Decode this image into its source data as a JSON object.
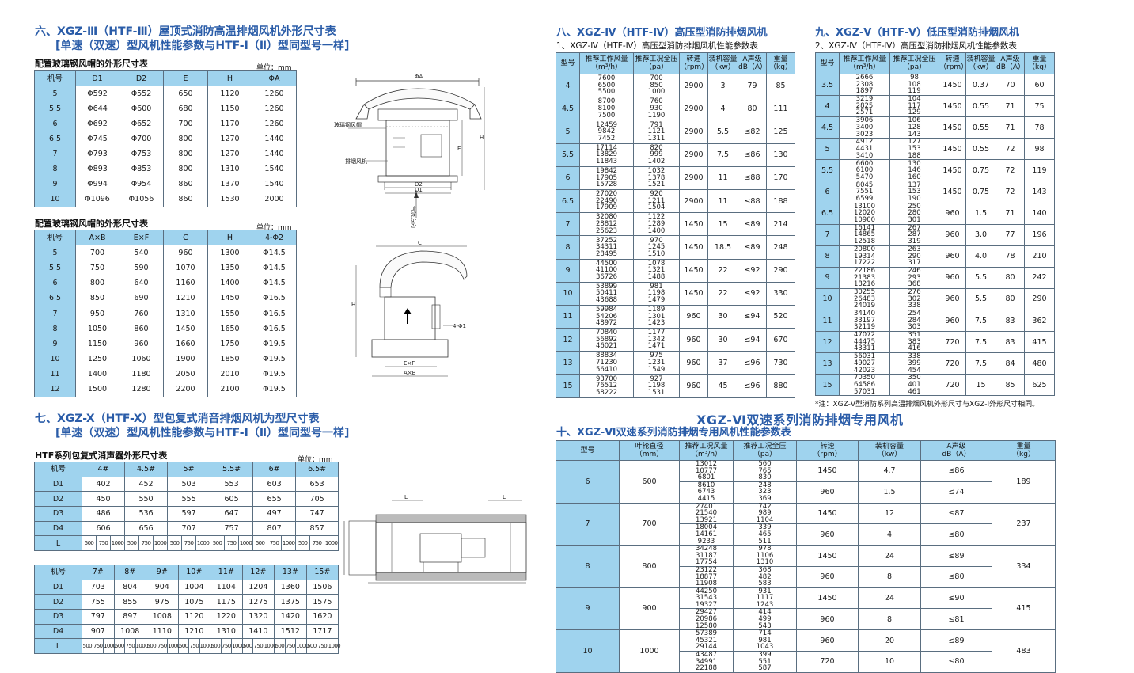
{
  "sec6": {
    "title1": "六、XGZ-Ⅲ（HTF-Ⅲ）屋顶式消防高温排烟风机外形尺寸表",
    "title2": "[单速（双速）型风机性能参数与HTF-Ⅰ（Ⅱ）型同型号一样]",
    "sub1": "配置玻璃钢风帽的外形尺寸表",
    "unit1": "单位：mm",
    "t1_headers": [
      "机号",
      "D1",
      "D2",
      "E",
      "H",
      "ΦA"
    ],
    "t1_rows": [
      [
        "5",
        "Φ592",
        "Φ552",
        "650",
        "1120",
        "1260"
      ],
      [
        "5.5",
        "Φ644",
        "Φ600",
        "680",
        "1150",
        "1260"
      ],
      [
        "6",
        "Φ692",
        "Φ652",
        "700",
        "1170",
        "1260"
      ],
      [
        "6.5",
        "Φ745",
        "Φ700",
        "800",
        "1270",
        "1440"
      ],
      [
        "7",
        "Φ793",
        "Φ753",
        "800",
        "1270",
        "1440"
      ],
      [
        "8",
        "Φ893",
        "Φ853",
        "800",
        "1310",
        "1540"
      ],
      [
        "9",
        "Φ994",
        "Φ954",
        "860",
        "1370",
        "1540"
      ],
      [
        "10",
        "Φ1096",
        "Φ1056",
        "860",
        "1530",
        "2000"
      ]
    ],
    "sub2": "配置玻璃钢风帽的外形尺寸表",
    "unit2": "单位：mm",
    "t2_headers": [
      "机号",
      "A×B",
      "E×F",
      "C",
      "H",
      "4-Φ2"
    ],
    "t2_rows": [
      [
        "5",
        "700",
        "540",
        "960",
        "1300",
        "Φ14.5"
      ],
      [
        "5.5",
        "750",
        "590",
        "1070",
        "1350",
        "Φ14.5"
      ],
      [
        "6",
        "800",
        "640",
        "1160",
        "1400",
        "Φ14.5"
      ],
      [
        "6.5",
        "850",
        "690",
        "1210",
        "1450",
        "Φ16.5"
      ],
      [
        "7",
        "950",
        "760",
        "1310",
        "1550",
        "Φ16.5"
      ],
      [
        "8",
        "1050",
        "860",
        "1450",
        "1650",
        "Φ16.5"
      ],
      [
        "9",
        "1150",
        "960",
        "1660",
        "1750",
        "Φ19.5"
      ],
      [
        "10",
        "1250",
        "1060",
        "1900",
        "1850",
        "Φ19.5"
      ],
      [
        "11",
        "1400",
        "1180",
        "2050",
        "2010",
        "Φ19.5"
      ],
      [
        "12",
        "1500",
        "1280",
        "2200",
        "2100",
        "Φ19.5"
      ]
    ],
    "d1": {
      "phiA": "ΦA",
      "hood": "玻璃钢风帽",
      "fan": "排烟风机",
      "e": "E",
      "h": "H",
      "d2": "D2",
      "d1": "D1",
      "flow": "气流方向"
    },
    "d2": {
      "c": "C",
      "h": "H",
      "hole": "4-Φ1",
      "exf": "E×F",
      "axb": "A×B"
    }
  },
  "sec7": {
    "title1": "七、XGZ-X（HTF-X）型包复式消音排烟风机为型尺寸表",
    "title2": "[单速（双速）型风机性能参数与HTF-Ⅰ（Ⅱ）型同型号一样]",
    "sub": "HTF系列包复式消声器外形尺寸表",
    "unit": "单位：mm",
    "t1_headers": [
      "机号",
      "4#",
      "4.5#",
      "5#",
      "5.5#",
      "6#",
      "6.5#"
    ],
    "t1_rows": [
      [
        "D1",
        "402",
        "452",
        "503",
        "553",
        "603",
        "653"
      ],
      [
        "D2",
        "450",
        "550",
        "555",
        "605",
        "655",
        "705"
      ],
      [
        "D3",
        "486",
        "536",
        "597",
        "647",
        "497",
        "747"
      ],
      [
        "D4",
        "606",
        "656",
        "707",
        "757",
        "807",
        "857"
      ]
    ],
    "t1_L": [
      "500",
      "750",
      "1000",
      "500",
      "750",
      "1000",
      "500",
      "750",
      "1000",
      "500",
      "750",
      "1000",
      "500",
      "750",
      "1000",
      "500",
      "750",
      "1000"
    ],
    "t2_headers": [
      "机号",
      "7#",
      "8#",
      "9#",
      "10#",
      "11#",
      "12#",
      "13#",
      "15#"
    ],
    "t2_rows": [
      [
        "D1",
        "703",
        "804",
        "904",
        "1004",
        "1104",
        "1204",
        "1360",
        "1506"
      ],
      [
        "D2",
        "755",
        "855",
        "975",
        "1075",
        "1175",
        "1275",
        "1375",
        "1575"
      ],
      [
        "D3",
        "797",
        "897",
        "1008",
        "1120",
        "1220",
        "1320",
        "1420",
        "1620"
      ],
      [
        "D4",
        "907",
        "1008",
        "1110",
        "1210",
        "1310",
        "1410",
        "1512",
        "1717"
      ]
    ],
    "t2_L": [
      "500",
      "750",
      "1000",
      "500",
      "750",
      "1000",
      "500",
      "750",
      "1000",
      "500",
      "750",
      "1000",
      "500",
      "750",
      "1000",
      "500",
      "750",
      "1000",
      "500",
      "750",
      "1000",
      "500",
      "750",
      "1000"
    ],
    "d3": {
      "l1": "L",
      "l2": "L"
    }
  },
  "sec8": {
    "title": "八、XGZ-Ⅳ（HTF-Ⅳ）高压型消防排烟风机",
    "sub": "1、XGZ-Ⅳ（HTF-Ⅳ）高压型消防排烟风机性能参数表",
    "headers": [
      "型号",
      "推荐工作风量\n（m³/h）",
      "推荐工况全压\n（pa）",
      "转速\n（rpm）",
      "装机容量\n（kw）",
      "A声级\ndB（A）",
      "重量\n（kg）"
    ],
    "rows": [
      [
        "4",
        "7600\n6500\n5500",
        "700\n850\n1000",
        "2900",
        "3",
        "79",
        "85"
      ],
      [
        "4.5",
        "8700\n8100\n7500",
        "760\n930\n1190",
        "2900",
        "4",
        "80",
        "111"
      ],
      [
        "5",
        "12459\n9842\n7452",
        "791\n1121\n1311",
        "2900",
        "5.5",
        "≤82",
        "125"
      ],
      [
        "5.5",
        "17114\n13829\n11843",
        "820\n999\n1402",
        "2900",
        "7.5",
        "≤86",
        "130"
      ],
      [
        "6",
        "19842\n17905\n15728",
        "1032\n1378\n1521",
        "2900",
        "11",
        "≤88",
        "170"
      ],
      [
        "6.5",
        "27020\n22490\n17909",
        "920\n1211\n1504",
        "2900",
        "11",
        "≤88",
        "188"
      ],
      [
        "7",
        "32080\n28812\n25623",
        "1122\n1289\n1400",
        "1450",
        "15",
        "≤89",
        "214"
      ],
      [
        "8",
        "37252\n34311\n28495",
        "970\n1245\n1510",
        "1450",
        "18.5",
        "≤89",
        "248"
      ],
      [
        "9",
        "44500\n41100\n36726",
        "1078\n1321\n1488",
        "1450",
        "22",
        "≤92",
        "290"
      ],
      [
        "10",
        "53899\n50411\n43688",
        "981\n1198\n1479",
        "1450",
        "22",
        "≤92",
        "330"
      ],
      [
        "11",
        "59984\n54206\n48972",
        "1189\n1301\n1423",
        "960",
        "30",
        "≤94",
        "520"
      ],
      [
        "12",
        "70840\n56892\n46021",
        "1177\n1342\n1471",
        "960",
        "30",
        "≤94",
        "670"
      ],
      [
        "13",
        "88834\n71230\n56410",
        "975\n1231\n1549",
        "960",
        "37",
        "≤96",
        "730"
      ],
      [
        "15",
        "93700\n76512\n58222",
        "927\n1198\n1531",
        "960",
        "45",
        "≤96",
        "880"
      ]
    ]
  },
  "sec9": {
    "title": "九、XGZ-Ⅴ（HTF-Ⅴ）低压型消防排烟风机",
    "sub": "2、XGZ-Ⅳ（HTF-Ⅳ）高压型消防排烟风机性能参数表",
    "headers": [
      "型号",
      "推荐工作风量\n（m³/h）",
      "推荐工况全压\n（pa）",
      "转速\n（rpm）",
      "装机容量\n（kw）",
      "A声级\ndB（A）",
      "重量\n（kg）"
    ],
    "rows": [
      [
        "3.5",
        "2666\n2308\n1897",
        "98\n108\n119",
        "1450",
        "0.37",
        "70",
        "60"
      ],
      [
        "4",
        "3219\n2825\n2571",
        "104\n117\n129",
        "1450",
        "0.55",
        "71",
        "75"
      ],
      [
        "4.5",
        "3906\n3400\n3023",
        "106\n128\n143",
        "1450",
        "0.55",
        "71",
        "78"
      ],
      [
        "5",
        "4912\n4431\n3410",
        "127\n153\n188",
        "1450",
        "0.55",
        "72",
        "98"
      ],
      [
        "5.5",
        "6600\n6100\n5470",
        "130\n146\n160",
        "1450",
        "0.75",
        "72",
        "119"
      ],
      [
        "6",
        "8045\n7551\n6599",
        "137\n153\n190",
        "1450",
        "0.75",
        "72",
        "143"
      ],
      [
        "6.5",
        "13100\n12020\n10900",
        "250\n280\n301",
        "960",
        "1.5",
        "71",
        "140"
      ],
      [
        "7",
        "16141\n14865\n12518",
        "267\n287\n319",
        "960",
        "3.0",
        "77",
        "196"
      ],
      [
        "8",
        "20800\n19314\n17222",
        "263\n290\n317",
        "960",
        "4.0",
        "78",
        "210"
      ],
      [
        "9",
        "22186\n21383\n18216",
        "246\n293\n368",
        "960",
        "5.5",
        "80",
        "242"
      ],
      [
        "10",
        "30255\n26483\n24019",
        "276\n302\n338",
        "960",
        "5.5",
        "80",
        "290"
      ],
      [
        "11",
        "34140\n33197\n32119",
        "254\n284\n303",
        "960",
        "7.5",
        "83",
        "362"
      ],
      [
        "12",
        "47072\n44475\n43311",
        "351\n383\n416",
        "720",
        "7.5",
        "83",
        "415"
      ],
      [
        "13",
        "56031\n49027\n42023",
        "338\n399\n454",
        "720",
        "7.5",
        "84",
        "480"
      ],
      [
        "15",
        "70350\n64586\n57031",
        "350\n401\n461",
        "720",
        "15",
        "85",
        "625"
      ]
    ],
    "note": "*注：XGZ-Ⅴ型消防系列高温排烟风机外形尺寸与XGZ-Ⅰ外形尺寸相同。"
  },
  "sec10": {
    "bigtitle": "XGZ-Ⅵ双速系列消防排烟专用风机",
    "title": "十、XGZ-Ⅵ双速系列消防排烟专用风机性能参数表",
    "headers": [
      "型号",
      "叶轮直径\n（mm）",
      "推荐工况风量\n（m³/h）",
      "推荐工况全压\n（pa）",
      "转速\n（rpm）",
      "装机容量\n（kw）",
      "A声级\ndB（A）",
      "重量\n（kg）"
    ],
    "rows": [
      {
        "model": "6",
        "dia": "600",
        "weight": "189",
        "sub": [
          [
            "13012\n10777\n6801",
            "560\n765\n830",
            "1450",
            "4.7",
            "≤86"
          ],
          [
            "8610\n6743\n4415",
            "248\n323\n369",
            "960",
            "1.5",
            "≤74"
          ]
        ]
      },
      {
        "model": "7",
        "dia": "700",
        "weight": "237",
        "sub": [
          [
            "27401\n21540\n13921",
            "742\n989\n1104",
            "1450",
            "12",
            "≤87"
          ],
          [
            "18004\n14161\n9233",
            "339\n465\n511",
            "960",
            "4",
            "≤80"
          ]
        ]
      },
      {
        "model": "8",
        "dia": "800",
        "weight": "334",
        "sub": [
          [
            "34248\n31187\n17754",
            "978\n1106\n1310",
            "1450",
            "24",
            "≤89"
          ],
          [
            "23122\n18877\n11908",
            "368\n482\n583",
            "960",
            "8",
            "≤80"
          ]
        ]
      },
      {
        "model": "9",
        "dia": "900",
        "weight": "415",
        "sub": [
          [
            "44250\n31543\n19327",
            "931\n1117\n1243",
            "1450",
            "24",
            "≤90"
          ],
          [
            "29427\n20986\n12580",
            "414\n499\n543",
            "960",
            "8",
            "≤81"
          ]
        ]
      },
      {
        "model": "10",
        "dia": "1000",
        "weight": "483",
        "sub": [
          [
            "57389\n45321\n29144",
            "714\n981\n1043",
            "960",
            "20",
            "≤89"
          ],
          [
            "43487\n34991\n22188",
            "399\n551\n587",
            "720",
            "10",
            "≤80"
          ]
        ]
      }
    ]
  }
}
